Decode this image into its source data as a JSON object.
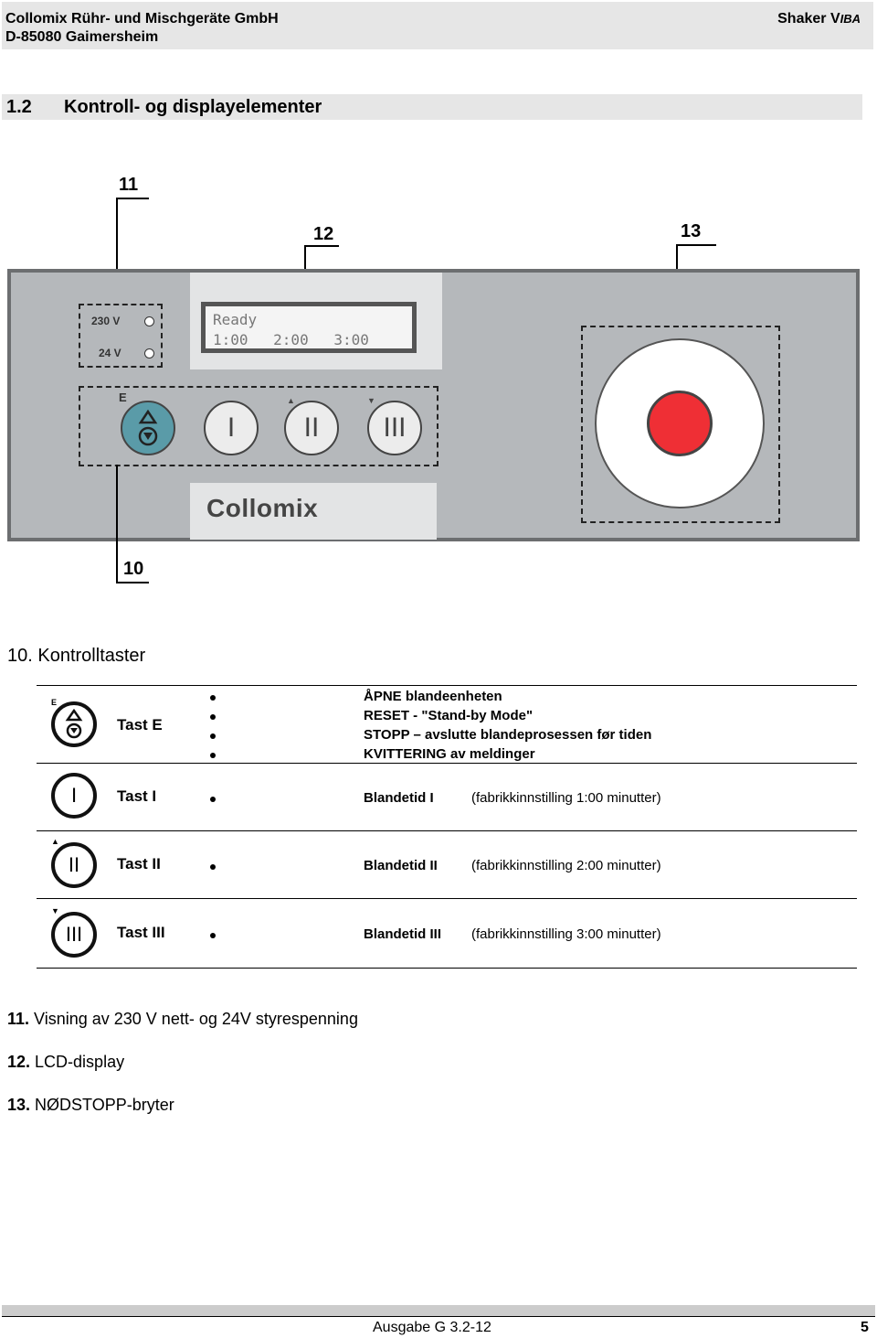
{
  "header": {
    "company": "Collomix Rühr- und Mischgeräte GmbH",
    "location": "D-85080 Gaimersheim",
    "product_main": "Shaker V",
    "product_sub": "IBA"
  },
  "section": {
    "number": "1.2",
    "title": "Kontroll- og displayelementer"
  },
  "figure": {
    "callouts": {
      "c11": "11",
      "c12": "12",
      "c13": "13",
      "c10": "10"
    },
    "voltage_230": "230 V",
    "voltage_24": "24 V",
    "lcd_line1": "Ready",
    "lcd_line2": "1:00 2:00 3:00",
    "key_e_label": "E",
    "key_i": "I",
    "key_ii": "II",
    "key_iii": "III",
    "logo": "Collomix"
  },
  "item10": {
    "number": "10.",
    "title": "Kontrolltaster"
  },
  "keys": [
    {
      "name": "Tast E",
      "bullets": [
        "ÅPNE blandeenheten",
        "RESET - \"Stand-by Mode\"",
        "STOPP – avslutte blandeprosessen før tiden",
        "KVITTERING av meldinger"
      ]
    },
    {
      "name": "Tast I",
      "bt": "Blandetid I",
      "factory": "(fabrikkinnstilling 1:00 minutter)",
      "glyph": "I"
    },
    {
      "name": "Tast II",
      "bt": "Blandetid II",
      "factory": "(fabrikkinnstilling 2:00 minutter)",
      "glyph": "II"
    },
    {
      "name": "Tast III",
      "bt": "Blandetid III",
      "factory": "(fabrikkinnstilling 3:00 minutter)",
      "glyph": "III"
    }
  ],
  "notes": [
    {
      "num": "11.",
      "text": "Visning av 230 V nett- og  24V styrespenning"
    },
    {
      "num": "12.",
      "text": "LCD-display"
    },
    {
      "num": "13.",
      "text": "NØDSTOPP-bryter"
    }
  ],
  "footer": {
    "edition": "Ausgabe G 3.2-12",
    "page": "5"
  }
}
